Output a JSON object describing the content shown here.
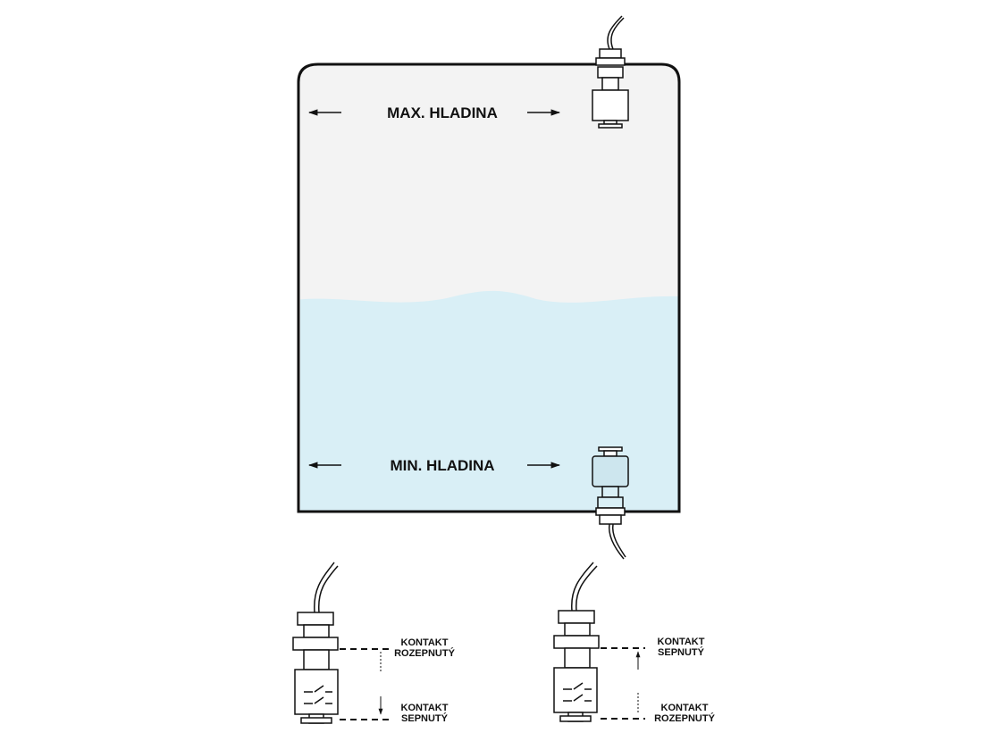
{
  "tank": {
    "max_label": "MAX. HLADINA",
    "min_label": "MIN. HLADINA"
  },
  "switches": [
    {
      "upper_label_line1": "KONTAKT",
      "upper_label_line2": "ROZEPNUTÝ",
      "lower_label_line1": "KONTAKT",
      "lower_label_line2": "SEPNUTÝ"
    },
    {
      "upper_label_line1": "KONTAKT",
      "upper_label_line2": "SEPNUTÝ",
      "lower_label_line1": "KONTAKT",
      "lower_label_line2": "ROZEPNUTÝ"
    }
  ],
  "colors": {
    "tank_air": "#f3f3f3",
    "water": "#d9eff6",
    "outline": "#111111"
  }
}
